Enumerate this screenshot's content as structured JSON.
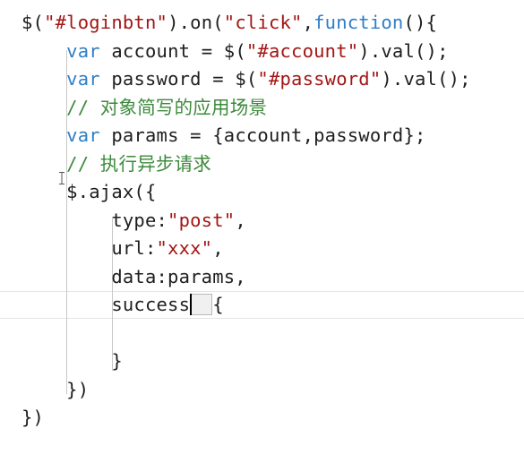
{
  "editor": {
    "lines": [
      {
        "t": [
          [
            "$(",
            ""
          ],
          [
            "\"#loginbtn\"",
            "str"
          ],
          [
            ").on(",
            ""
          ],
          [
            "\"click\"",
            "str"
          ],
          [
            ",",
            ""
          ],
          [
            "function",
            "kw"
          ],
          [
            "(){",
            ""
          ]
        ]
      },
      {
        "t": [
          [
            "    ",
            ""
          ],
          [
            "var",
            "kw"
          ],
          [
            " account = $(",
            ""
          ],
          [
            "\"#account\"",
            "str"
          ],
          [
            ").val();",
            ""
          ]
        ]
      },
      {
        "t": [
          [
            "    ",
            ""
          ],
          [
            "var",
            "kw"
          ],
          [
            " password = $(",
            ""
          ],
          [
            "\"#password\"",
            "str"
          ],
          [
            ").val();",
            ""
          ]
        ]
      },
      {
        "t": [
          [
            "    ",
            ""
          ],
          [
            "// 对象简写的应用场景",
            "cm"
          ]
        ]
      },
      {
        "t": [
          [
            "    ",
            ""
          ],
          [
            "var",
            "kw"
          ],
          [
            " params = {account,password};",
            ""
          ]
        ]
      },
      {
        "t": [
          [
            "    ",
            ""
          ],
          [
            "// 执行异步请求",
            "cm"
          ]
        ]
      },
      {
        "t": [
          [
            "    $.ajax({",
            ""
          ]
        ]
      },
      {
        "t": [
          [
            "        type:",
            ""
          ],
          [
            "\"post\"",
            "str"
          ],
          [
            ",",
            ""
          ]
        ]
      },
      {
        "t": [
          [
            "        url:",
            ""
          ],
          [
            "\"xxx\"",
            "str"
          ],
          [
            ",",
            ""
          ]
        ]
      },
      {
        "t": [
          [
            "        data:params,",
            ""
          ]
        ]
      },
      {
        "t": [
          [
            "        success",
            ""
          ],
          [
            "()",
            "brace"
          ],
          [
            "{",
            ""
          ]
        ]
      },
      {
        "t": []
      },
      {
        "t": [
          [
            "        }",
            ""
          ]
        ]
      },
      {
        "t": [
          [
            "    })",
            ""
          ]
        ]
      },
      {
        "t": [
          [
            "})",
            ""
          ]
        ]
      }
    ]
  },
  "colors": {
    "keyword": "#2f7ec7",
    "string": "#a31515",
    "comment": "#3c8a3c",
    "text": "#1e1e1e",
    "background": "#ffffff"
  }
}
